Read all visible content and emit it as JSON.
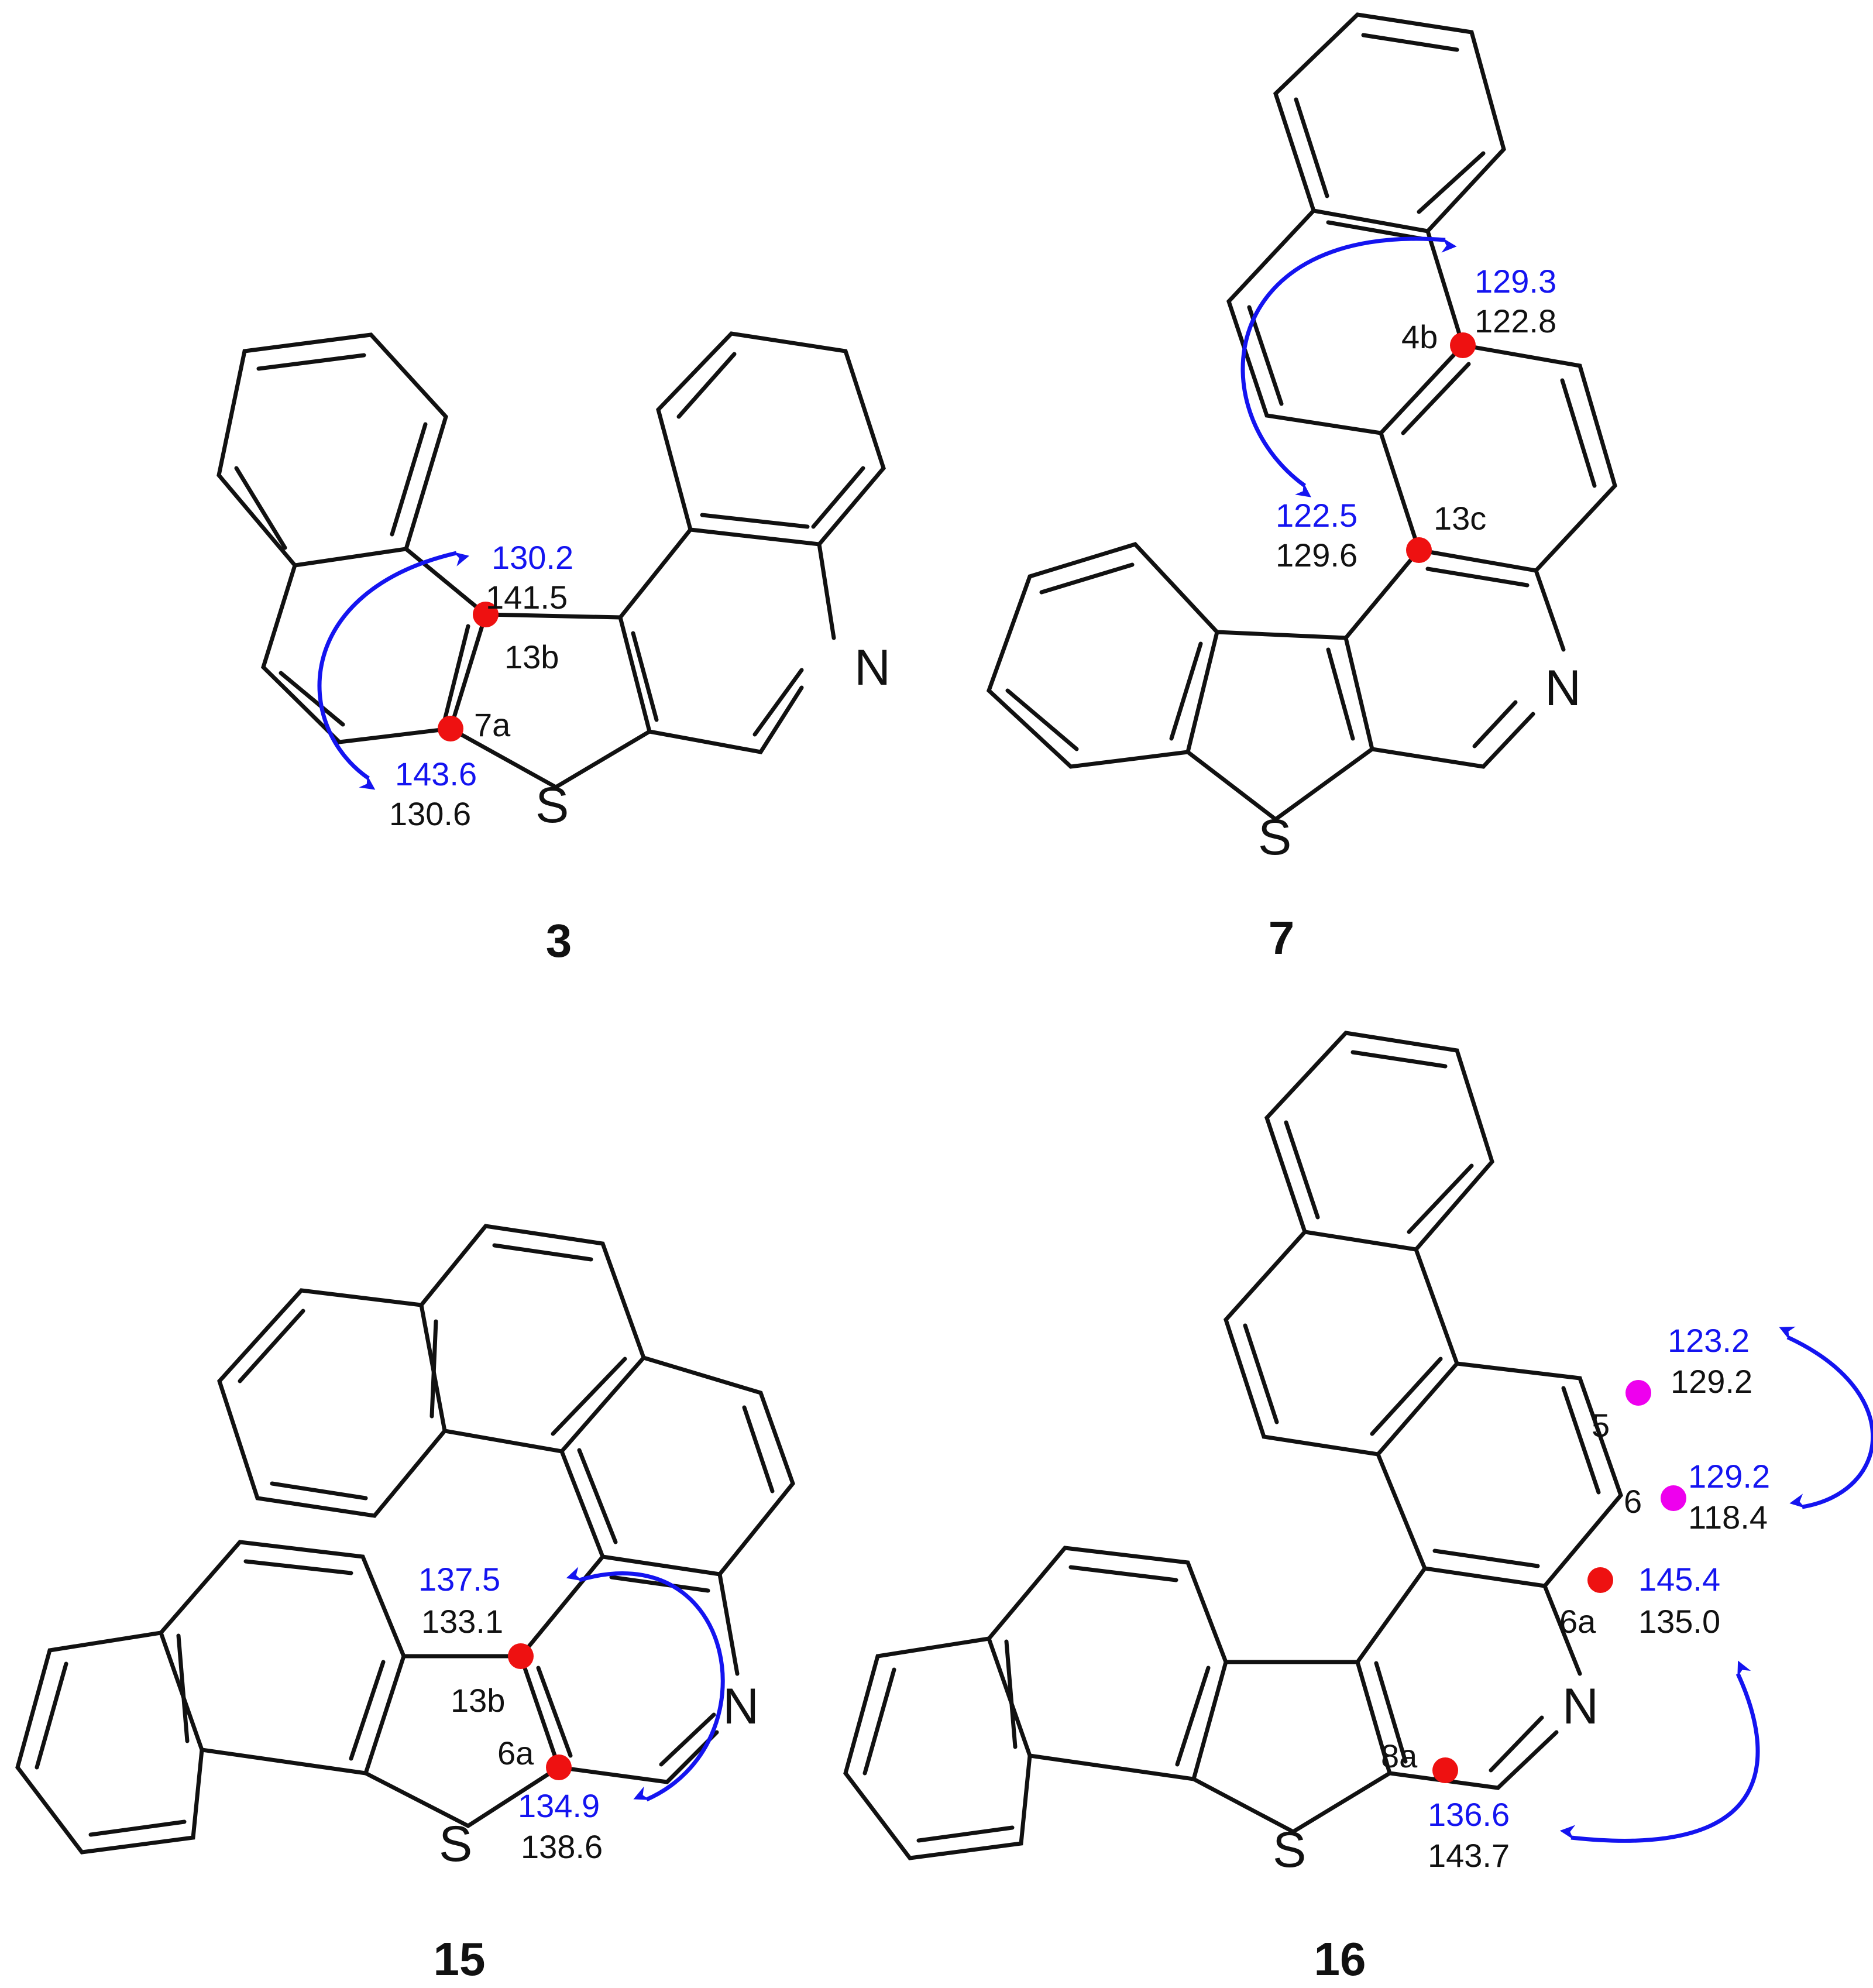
{
  "colors": {
    "bond": "#111111",
    "blue_value": "#1414f0",
    "black_value": "#111111",
    "marker_red": "#ee1111",
    "marker_magenta": "#ee00ee"
  },
  "compounds": [
    {
      "number": "3",
      "heteroatoms": [
        "N",
        "S"
      ],
      "positions": [
        "13b",
        "7a"
      ],
      "shifts": [
        {
          "position": "13b",
          "blue": "130.2",
          "black": "141.5"
        },
        {
          "position": "7a",
          "blue": "143.6",
          "black": "130.6"
        }
      ]
    },
    {
      "number": "7",
      "heteroatoms": [
        "N",
        "S"
      ],
      "positions": [
        "4b",
        "13c"
      ],
      "shifts": [
        {
          "position": "4b",
          "blue": "129.3",
          "black": "122.8"
        },
        {
          "position": "13c",
          "blue": "122.5",
          "black": "129.6"
        }
      ]
    },
    {
      "number": "15",
      "heteroatoms": [
        "N",
        "S"
      ],
      "positions": [
        "13b",
        "6a"
      ],
      "shifts": [
        {
          "position": "13b",
          "blue": "137.5",
          "black": "133.1"
        },
        {
          "position": "6a",
          "blue": "134.9",
          "black": "138.6"
        }
      ]
    },
    {
      "number": "16",
      "heteroatoms": [
        "N",
        "S"
      ],
      "positions": [
        "5",
        "6",
        "6a",
        "8a"
      ],
      "shifts": [
        {
          "position": "5",
          "blue": "123.2",
          "black": "129.2"
        },
        {
          "position": "6",
          "blue": "129.2",
          "black": "118.4"
        },
        {
          "position": "6a",
          "blue": "145.4",
          "black": "135.0"
        },
        {
          "position": "8a",
          "blue": "136.6",
          "black": "143.7"
        }
      ]
    }
  ]
}
